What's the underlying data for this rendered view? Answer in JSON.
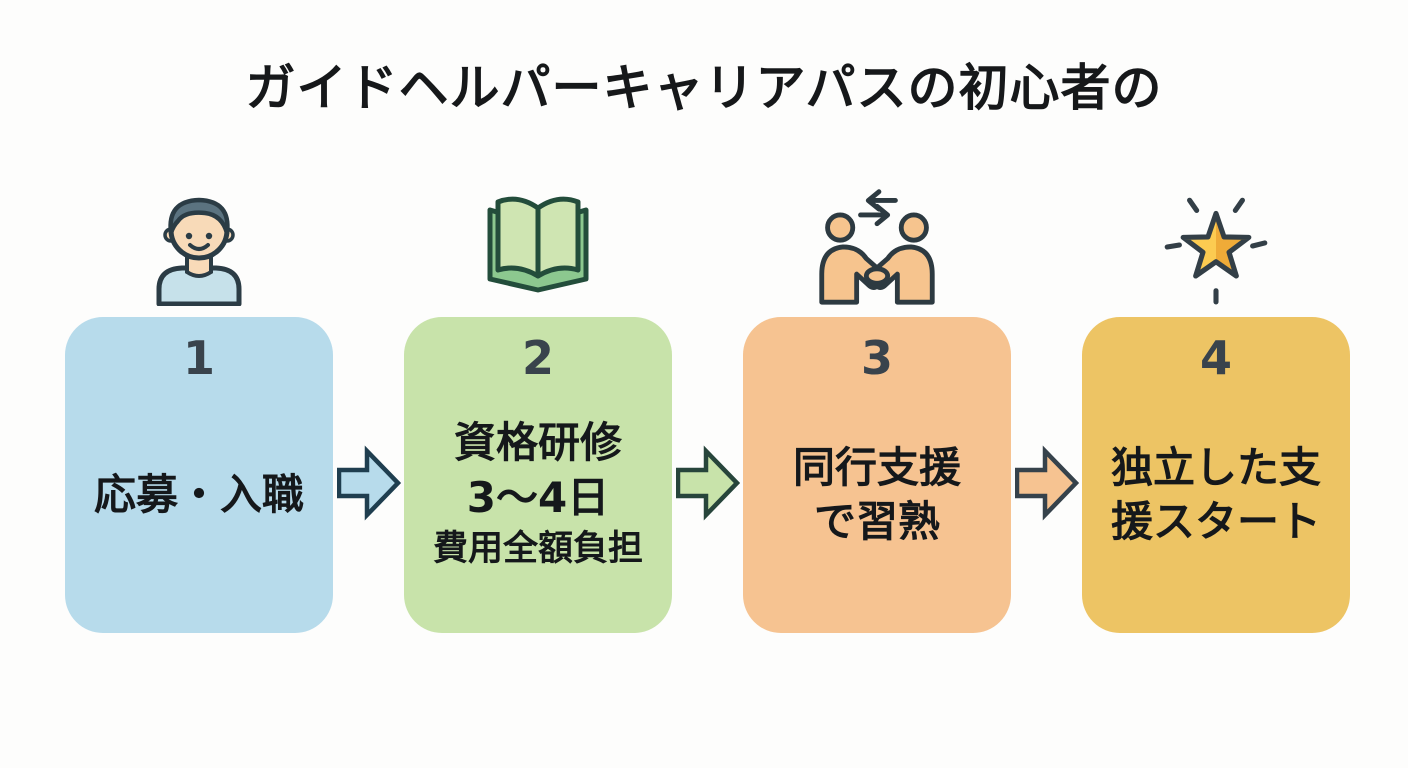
{
  "title": "ガイドヘルパーキャリアパスの初心者の",
  "palette": {
    "background": "#fdfdfc",
    "title_color": "#16181a",
    "number_color": "#39434c",
    "label_color": "#15181b"
  },
  "steps": [
    {
      "number": "1",
      "icon": "person-icon",
      "box_color": "#b7dbeb",
      "line1": "応募・入職"
    },
    {
      "number": "2",
      "icon": "open-book-icon",
      "box_color": "#c8e3aa",
      "line1": "資格研修",
      "line2": "3〜4日",
      "line3": "費用全額負担"
    },
    {
      "number": "3",
      "icon": "handshake-icon",
      "box_color": "#f6c391",
      "line1": "同行支援",
      "line2": "で習熟"
    },
    {
      "number": "4",
      "icon": "star-icon",
      "box_color": "#edc464",
      "line1": "独立した支",
      "line2": "援スタート"
    }
  ],
  "arrows": [
    {
      "fill": "#b7dbeb",
      "stroke": "#1f3e4f"
    },
    {
      "fill": "#c8e3aa",
      "stroke": "#27453b"
    },
    {
      "fill": "#f6c391",
      "stroke": "#36424b"
    }
  ]
}
